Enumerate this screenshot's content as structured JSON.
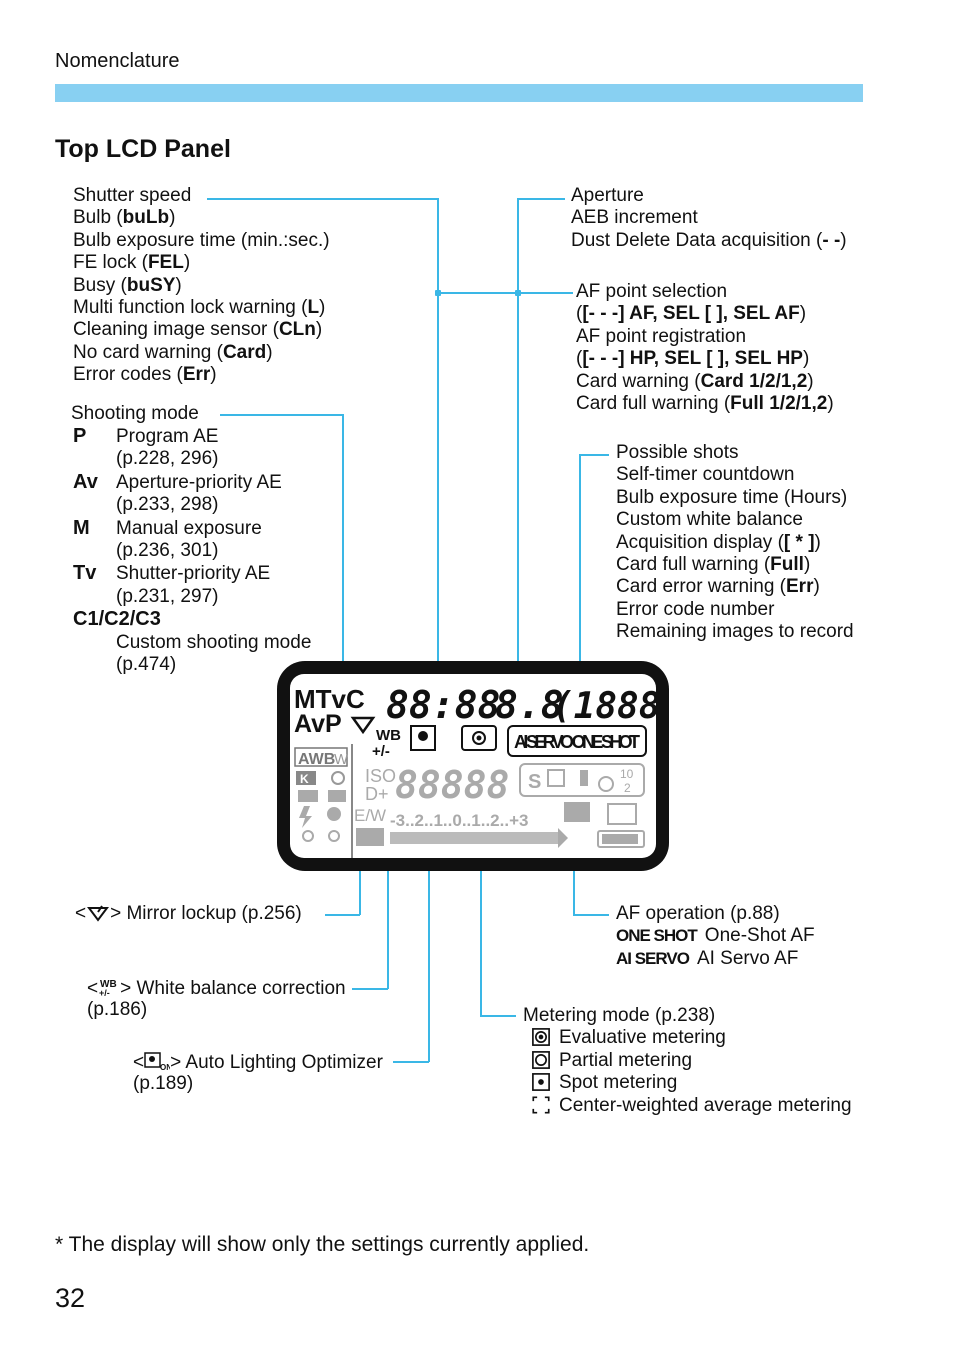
{
  "header": {
    "section": "Nomenclature"
  },
  "title": "Top LCD Panel",
  "left_top": [
    {
      "pre": "Shutter speed",
      "b": "",
      "post": ""
    },
    {
      "pre": "Bulb (",
      "b": "buLb",
      "post": ")"
    },
    {
      "pre": "Bulb exposure time (min.:sec.)",
      "b": "",
      "post": ""
    },
    {
      "pre": "FE lock (",
      "b": "FEL",
      "post": ")"
    },
    {
      "pre": "Busy (",
      "b": "buSY",
      "post": ")"
    },
    {
      "pre": "Multi function lock warning (",
      "b": "L",
      "post": ")"
    },
    {
      "pre": "Cleaning image sensor (",
      "b": "CLn",
      "post": ")"
    },
    {
      "pre": "No card warning (",
      "b": "Card",
      "post": ")"
    },
    {
      "pre": "Error codes (",
      "b": "Err",
      "post": ")"
    }
  ],
  "shooting_mode": {
    "heading": "Shooting mode",
    "modes": [
      {
        "symbol": "P",
        "name": "Program AE",
        "page": "(p.228, 296)"
      },
      {
        "symbol": "Av",
        "name": "Aperture-priority AE",
        "page": "(p.233, 298)"
      },
      {
        "symbol": "M",
        "name": "Manual exposure",
        "page": "(p.236, 301)"
      },
      {
        "symbol": "Tv",
        "name": "Shutter-priority AE",
        "page": "(p.231, 297)"
      },
      {
        "symbol": "C1/C2/C3",
        "name": "Custom shooting mode",
        "page": "(p.474)"
      }
    ]
  },
  "right_top": [
    {
      "pre": "Aperture",
      "b": "",
      "post": ""
    },
    {
      "pre": "AEB increment",
      "b": "",
      "post": ""
    },
    {
      "pre": "Dust Delete Data acquisition (",
      "b": "- -",
      "post": ")"
    }
  ],
  "af_point": [
    {
      "pre": "AF point selection",
      "b": "",
      "post": ""
    },
    {
      "pre": "(",
      "b": "[- - -] AF, SEL [ ], SEL AF",
      "post": ")"
    },
    {
      "pre": "AF point registration",
      "b": "",
      "post": ""
    },
    {
      "pre": "(",
      "b": "[- - -] HP, SEL [ ], SEL HP",
      "post": ")"
    },
    {
      "pre": "Card warning (",
      "b": "Card 1/2/1,2",
      "post": ")"
    },
    {
      "pre": "Card full warning (",
      "b": "Full 1/2/1,2",
      "post": ")"
    }
  ],
  "possible_shots": [
    {
      "pre": "Possible shots",
      "b": "",
      "post": ""
    },
    {
      "pre": "Self-timer countdown",
      "b": "",
      "post": ""
    },
    {
      "pre": "Bulb exposure time (Hours)",
      "b": "",
      "post": ""
    },
    {
      "pre": "Custom white balance",
      "b": "",
      "post": ""
    },
    {
      "pre": "Acquisition display (",
      "b": "[ * ]",
      "post": ")"
    },
    {
      "pre": "Card full warning (",
      "b": "Full",
      "post": ")"
    },
    {
      "pre": "Card error warning (",
      "b": "Err",
      "post": ")"
    },
    {
      "pre": "Error code number",
      "b": "",
      "post": ""
    },
    {
      "pre": "Remaining images to record",
      "b": "",
      "post": ""
    }
  ],
  "mirror_lockup": {
    "pre": "<",
    "post": "> Mirror lockup (p.256)"
  },
  "white_balance": {
    "line1": "> White balance correction",
    "line2": "(p.186)"
  },
  "alo": {
    "line1": "> Auto Lighting Optimizer",
    "line2": "(p.189)"
  },
  "af_operation": {
    "heading": "AF operation (p.88)",
    "items": [
      {
        "symbol": "ONE SHOT",
        "label": "One-Shot AF"
      },
      {
        "symbol": "AI SERVO",
        "label": "AI Servo AF"
      }
    ]
  },
  "metering": {
    "heading": "Metering mode (p.238)",
    "items": [
      {
        "icon": "evaluative-metering-icon",
        "label": "Evaluative metering"
      },
      {
        "icon": "partial-metering-icon",
        "label": "Partial metering"
      },
      {
        "icon": "spot-metering-icon",
        "label": "Spot metering"
      },
      {
        "icon": "center-weighted-metering-icon",
        "label": "Center-weighted average metering"
      }
    ]
  },
  "lcd": {
    "modes_top": "MTvC",
    "modes_bottom": "AvP",
    "shutter_digits": "88:88",
    "aperture_digits": "8.8",
    "shots_digits": "(1888)",
    "wb_label": "WB",
    "wb_pm": "+/-",
    "af_text": "AI SERVO ONE SHOT",
    "iso_label": "ISO",
    "d_plus": "D+",
    "iso_digits": "88888",
    "ew_label": "E/W",
    "scale": "-3..2..1..0..1..2..+3",
    "awb": "AWB",
    "w_label": "W",
    "k_label": "K",
    "drive_s": "S",
    "timer_10": "10",
    "timer_2": "2"
  },
  "footnote": "* The display will show only the settings currently applied.",
  "page_number": "32",
  "colors": {
    "accent": "#3ab7e6",
    "header_bar": "#88d0f2"
  }
}
